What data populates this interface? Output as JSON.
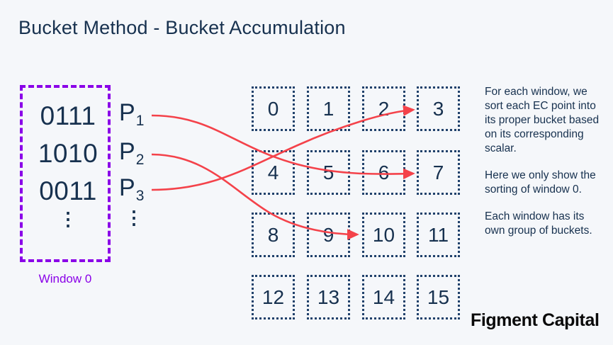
{
  "slide": {
    "title": "Bucket Method - Bucket Accumulation",
    "background_color": "#f5f7fa",
    "text_color": "#17314f",
    "accent_purple": "#8a00e8",
    "accent_red": "#f4424a"
  },
  "window_panel": {
    "label": "Window 0",
    "scalars": [
      "0111",
      "1010",
      "0011"
    ],
    "ellipsis": "⋮"
  },
  "points": {
    "labels": [
      {
        "base": "P",
        "sub": "1"
      },
      {
        "base": "P",
        "sub": "2"
      },
      {
        "base": "P",
        "sub": "3"
      }
    ],
    "ellipsis": "⋮"
  },
  "buckets": {
    "rows": 4,
    "cols": 4,
    "values": [
      [
        "0",
        "1",
        "2",
        "3"
      ],
      [
        "4",
        "5",
        "6",
        "7"
      ],
      [
        "8",
        "9",
        "10",
        "11"
      ],
      [
        "12",
        "13",
        "14",
        "15"
      ]
    ]
  },
  "arrows": [
    {
      "from": "P1",
      "to_bucket": "7"
    },
    {
      "from": "P2",
      "to_bucket": "10"
    },
    {
      "from": "P3",
      "to_bucket": "3"
    }
  ],
  "notes": [
    "For each window, we sort each EC point into its proper bucket based on its corresponding scalar.",
    "Here we only show the sorting of window 0.",
    "Each window has its own group of buckets."
  ],
  "brand": "Figment Capital"
}
